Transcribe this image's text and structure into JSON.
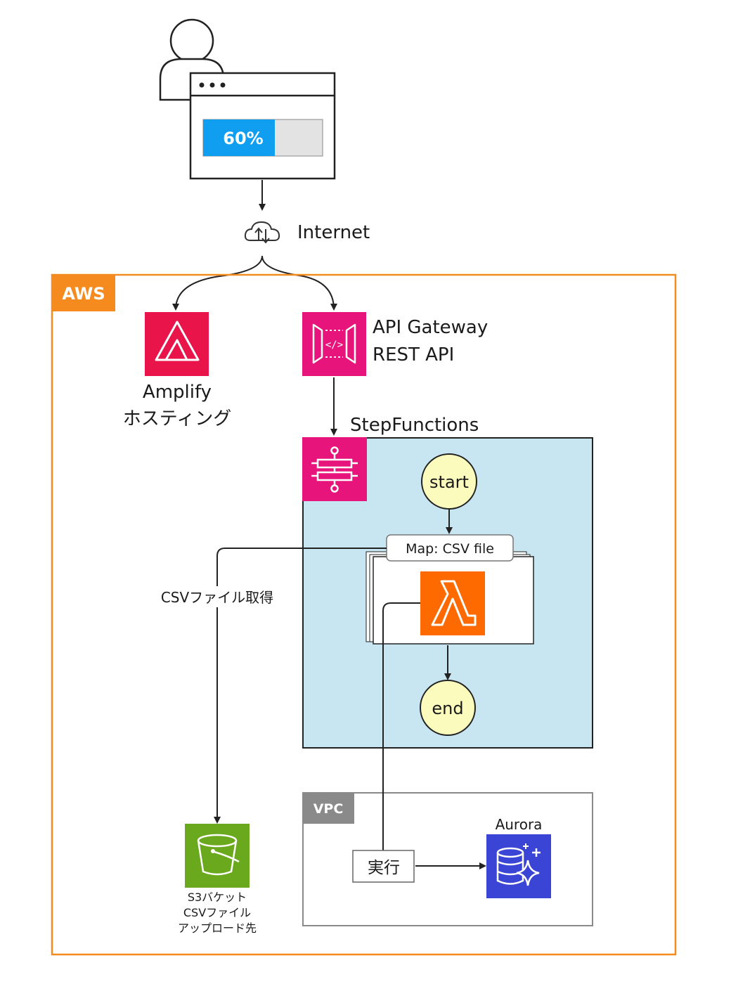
{
  "user": {
    "progress_label": "60%",
    "progress_value": 0.6
  },
  "internet": {
    "label": "Internet"
  },
  "aws": {
    "label": "AWS",
    "border_color": "#f58a1f"
  },
  "amplify": {
    "line1": "Amplify",
    "line2": "ホスティング",
    "icon": "amplify-icon"
  },
  "apigw": {
    "line1": "API  Gateway",
    "line2": "REST API",
    "icon": "api-gateway-icon"
  },
  "stepfunctions": {
    "label": "StepFunctions",
    "icon": "step-functions-icon"
  },
  "flow": {
    "start": "start",
    "map": "Map: CSV file",
    "end": "end",
    "lambda_icon": "lambda-icon"
  },
  "edges": {
    "csv_get": "CSVファイル取得"
  },
  "s3": {
    "line1": "S3バケット",
    "line2": "CSVファイル",
    "line3": "アップロード先",
    "icon": "s3-bucket-icon"
  },
  "vpc": {
    "label": "VPC",
    "exec_label": "実行"
  },
  "aurora": {
    "label": "Aurora",
    "icon": "aurora-icon"
  },
  "colors": {
    "progress_fill": "#0f9ef0",
    "amplify": "#e8144a",
    "apigw": "#e7157b",
    "stepfunctions": "#e7157b",
    "lambda": "#ff6a00",
    "s3": "#6aa81d",
    "aurora": "#3a45d6",
    "sf_area": "#c8e5f2",
    "node_fill": "#fbfbbd"
  }
}
